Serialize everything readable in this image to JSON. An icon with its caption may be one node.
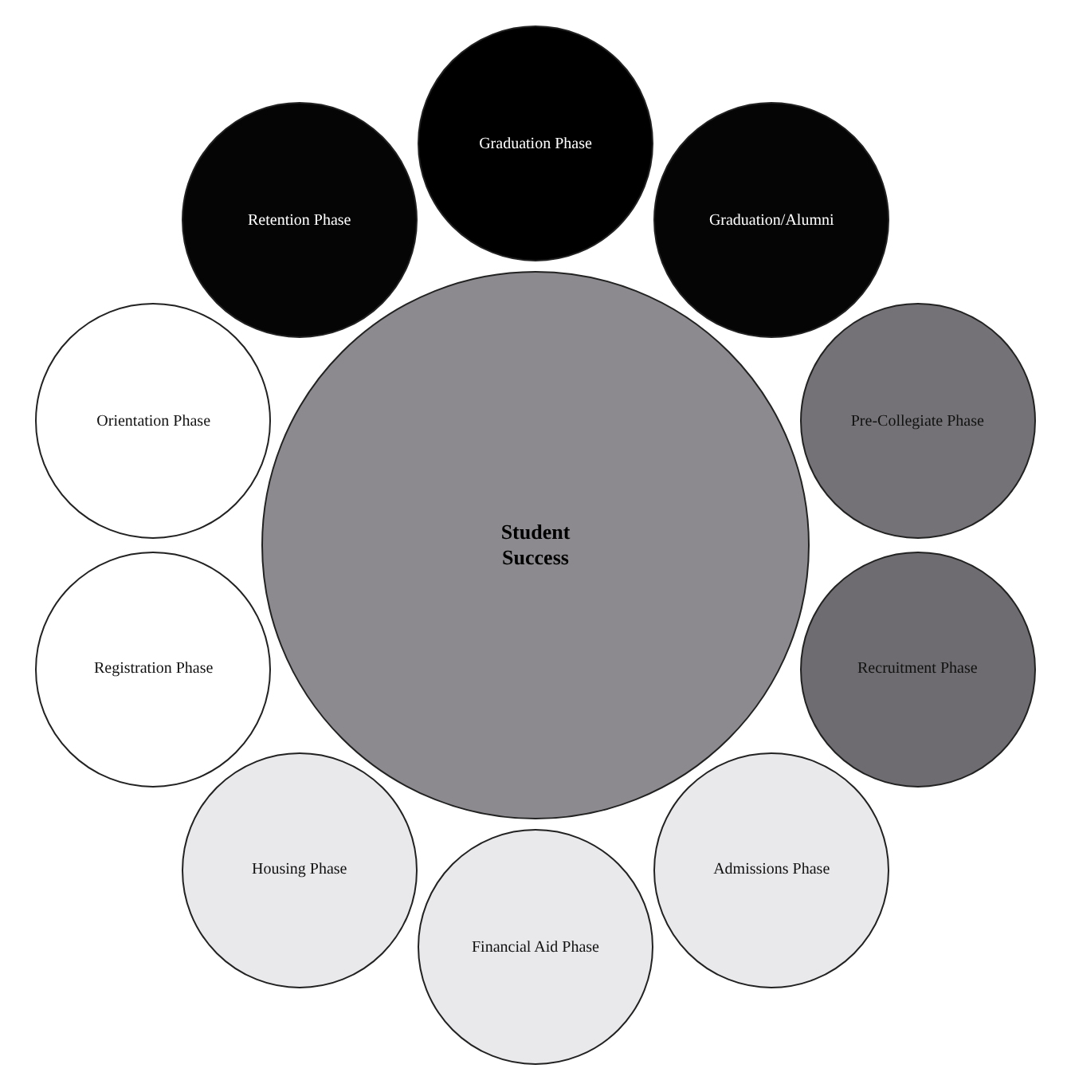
{
  "diagram": {
    "nodes": [
      {
        "text": [
          "Student Success"
        ]
      },
      {
        "text": [
          "Retention Phase"
        ]
      },
      {
        "text": [
          "Graduation Phase"
        ]
      },
      {
        "text": [
          "Graduation/Alumni"
        ]
      },
      {
        "text": [
          "Orientation Phase"
        ]
      },
      {
        "text": [
          "Pre-Collegiate Phase"
        ]
      },
      {
        "text": [
          "Registration Phase"
        ]
      },
      {
        "text": [
          "Recruitment Phase"
        ]
      },
      {
        "text": [
          "Housing Phase"
        ]
      },
      {
        "text": [
          "Admissions Phase"
        ]
      },
      {
        "text": [
          "Financial Aid Phase"
        ]
      }
    ]
  }
}
